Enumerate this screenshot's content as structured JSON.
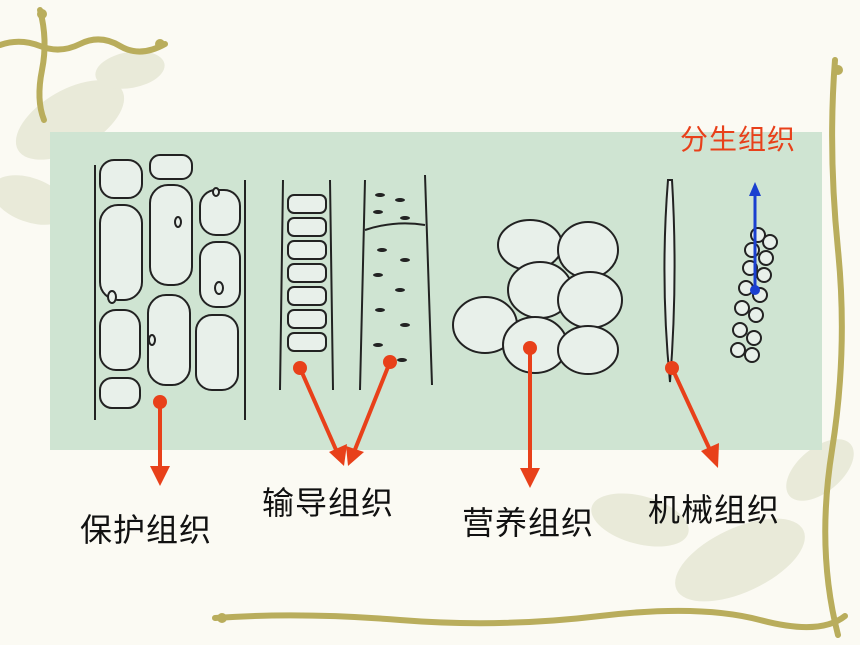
{
  "labels": {
    "protective": "保护组织",
    "conducting": "输导组织",
    "nutritive": "营养组织",
    "mechanical": "机械组织",
    "meristematic": "分生组织"
  },
  "colors": {
    "arrow": "#e8401a",
    "meristem_arrow": "#1a3fd0",
    "panel": "#cfe4d2",
    "vine": "#b9ad5c"
  }
}
